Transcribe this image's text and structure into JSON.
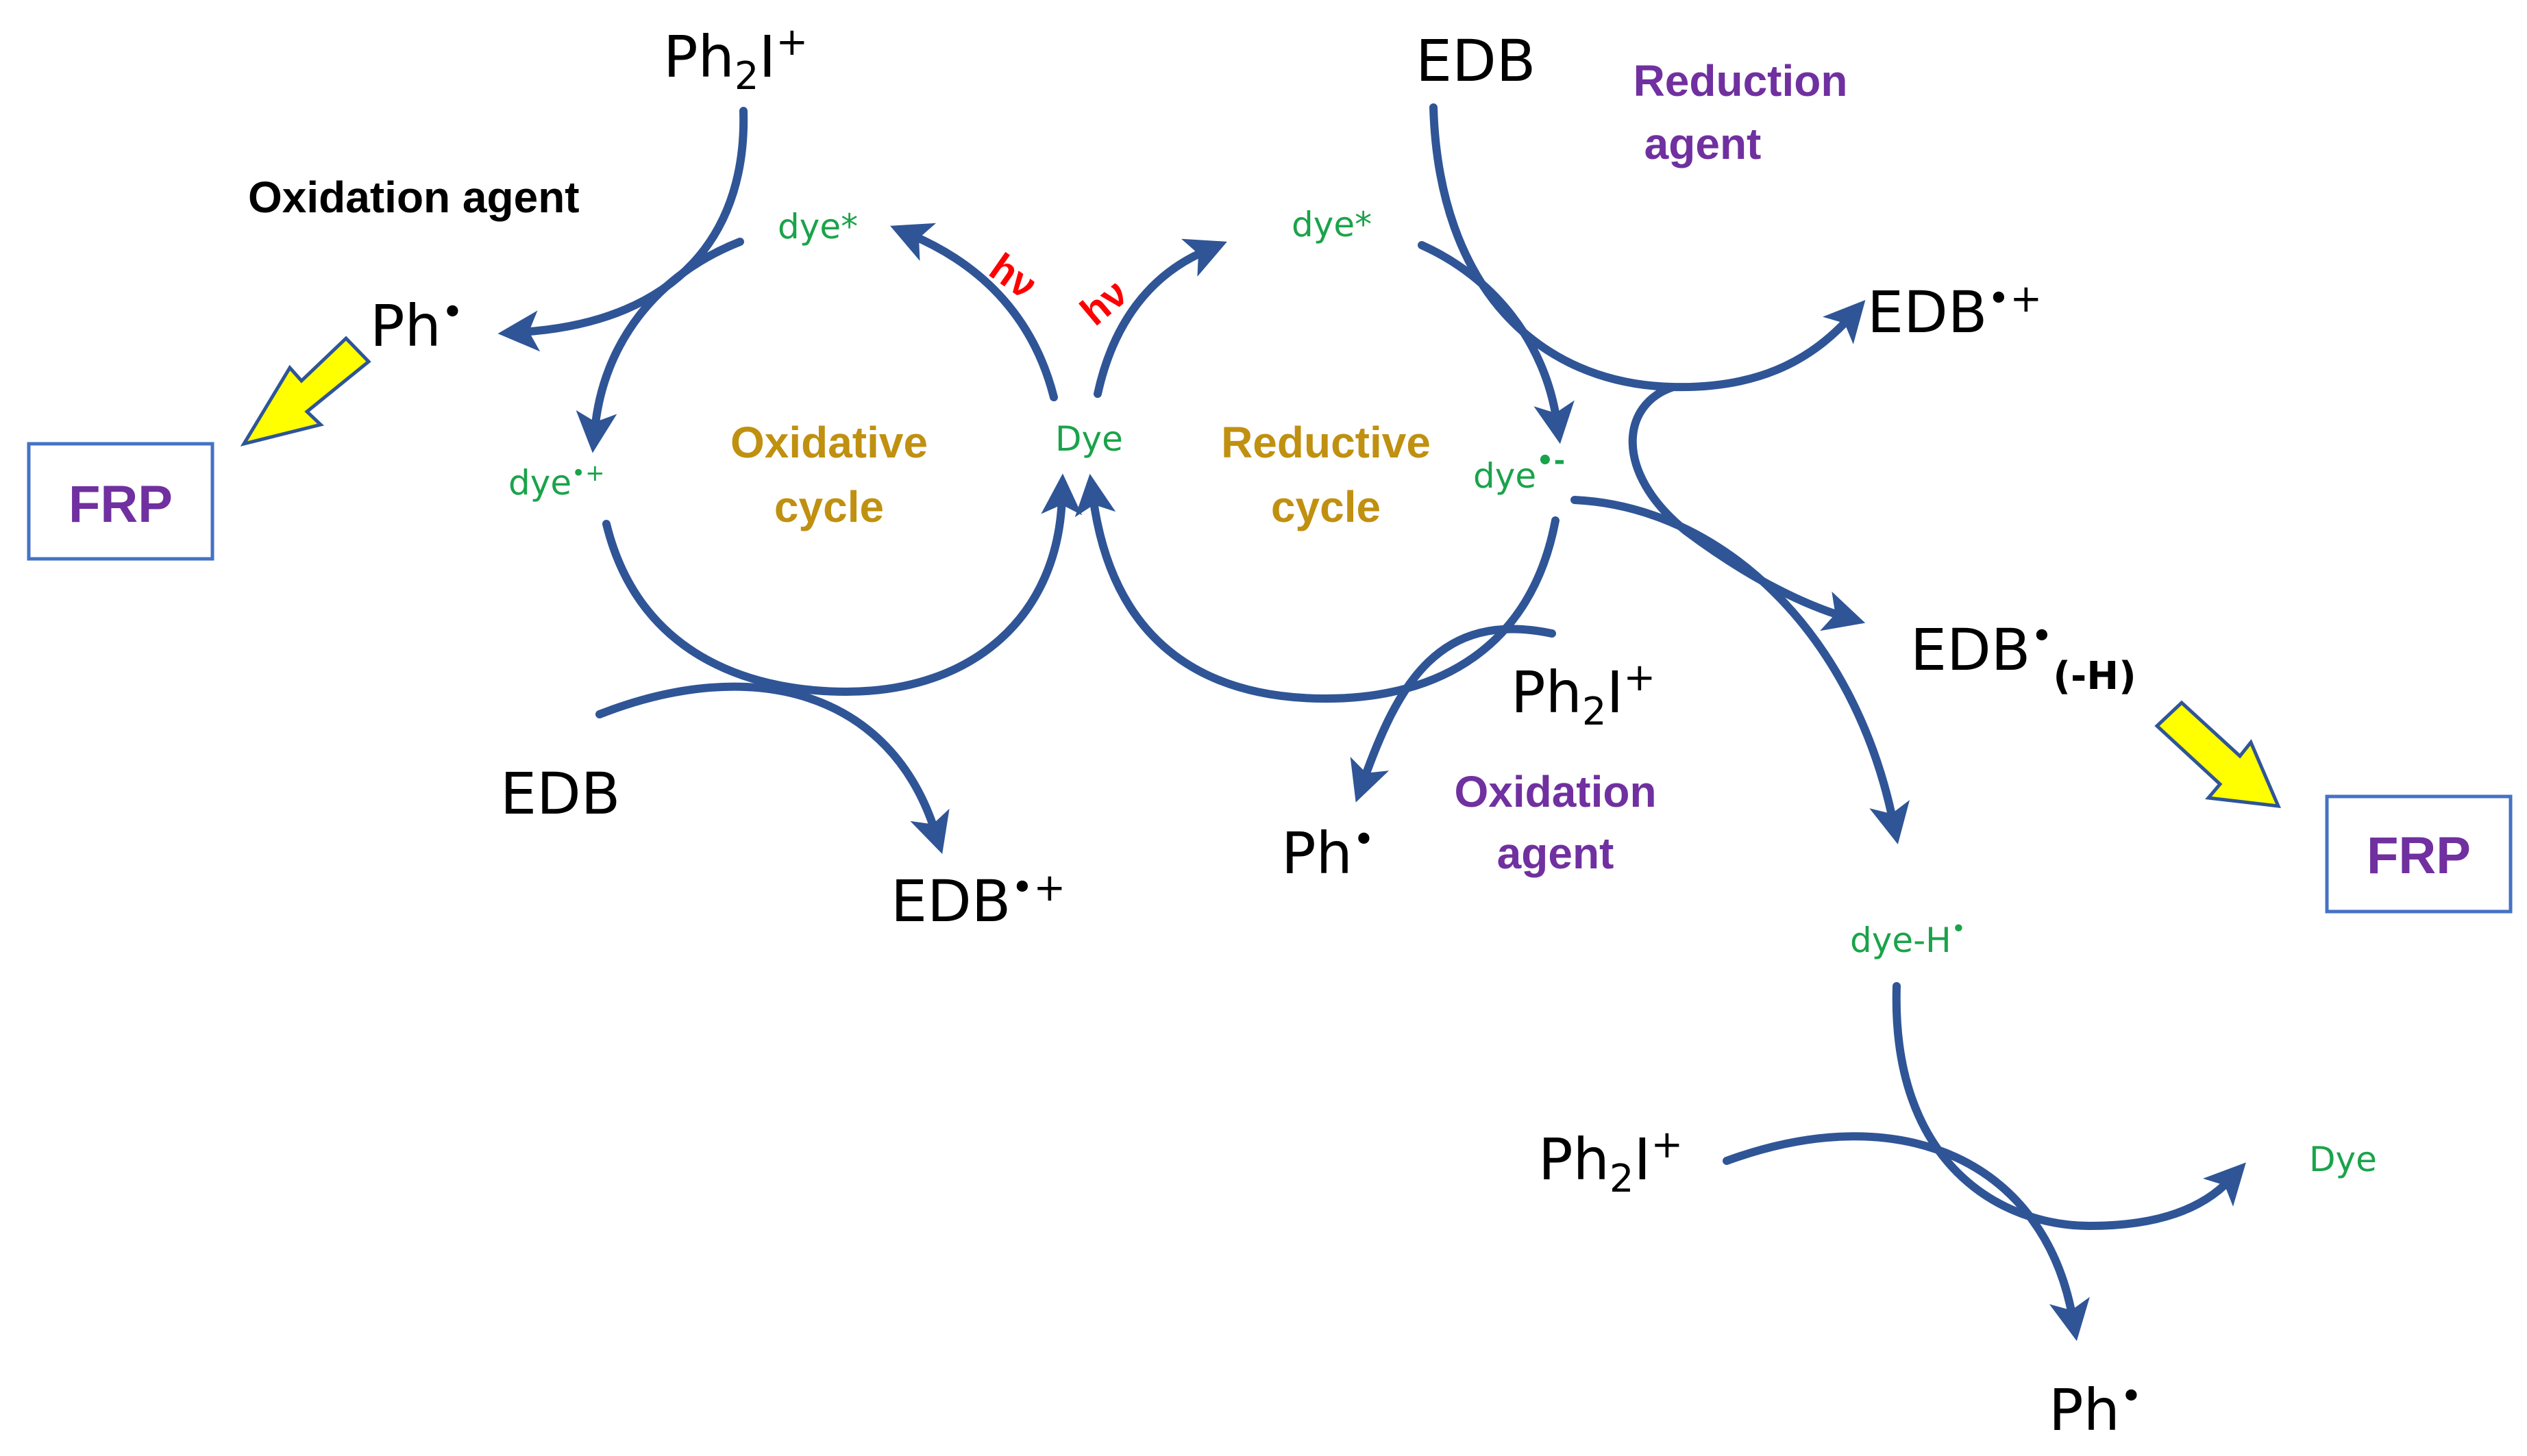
{
  "colors": {
    "arrow": "#2f5597",
    "dye_text": "#1aa34a",
    "cycle_text": "#c09010",
    "agent_text": "#7030a0",
    "hv_text": "#ff0000",
    "frp_box_border": "#4472c4",
    "frp_arrow_fill": "#ffff00"
  },
  "species": {
    "ph2i_top": {
      "main": "Ph",
      "sub": "2",
      "rest": "I",
      "sup": "+"
    },
    "ph_left": {
      "main": "Ph",
      "sup": "•"
    },
    "edb_top": "EDB",
    "edb_radcat_right": {
      "main": "EDB",
      "sup": "•+"
    },
    "edb_h_right": {
      "main": "EDB",
      "sup": "•",
      "sub": "(-H)"
    },
    "edb_bottom": "EDB",
    "edb_radcat_bottom": {
      "main": "EDB",
      "sup": "•+"
    },
    "ph2i_mid": {
      "main": "Ph",
      "sub": "2",
      "rest": "I",
      "sup": "+"
    },
    "ph_mid": {
      "main": "Ph",
      "sup": "•"
    },
    "ph2i_low": {
      "main": "Ph",
      "sub": "2",
      "rest": "I",
      "sup": "+"
    },
    "ph_low": {
      "main": "Ph",
      "sup": "•"
    }
  },
  "dye_states": {
    "dye_star_left": "dye*",
    "dye_star_right": "dye*",
    "dye_center": "Dye",
    "dye_radcat": {
      "main": "dye",
      "sup": "•+"
    },
    "dye_radan": {
      "main": "dye",
      "sup": "•-"
    },
    "dye_h": {
      "main": "dye-H",
      "sup": "•"
    },
    "dye_final": "Dye"
  },
  "cycles": {
    "oxidative": {
      "line1": "Oxidative",
      "line2": "cycle"
    },
    "reductive": {
      "line1": "Reductive",
      "line2": "cycle"
    }
  },
  "agents": {
    "oxidation_top": "Oxidation agent",
    "reduction": {
      "line1": "Reduction",
      "line2": "agent"
    },
    "oxidation_mid": {
      "line1": "Oxidation",
      "line2": "agent"
    }
  },
  "light": {
    "hv_left": "hν",
    "hv_right": "hν"
  },
  "frp": {
    "left": "FRP",
    "right": "FRP"
  }
}
